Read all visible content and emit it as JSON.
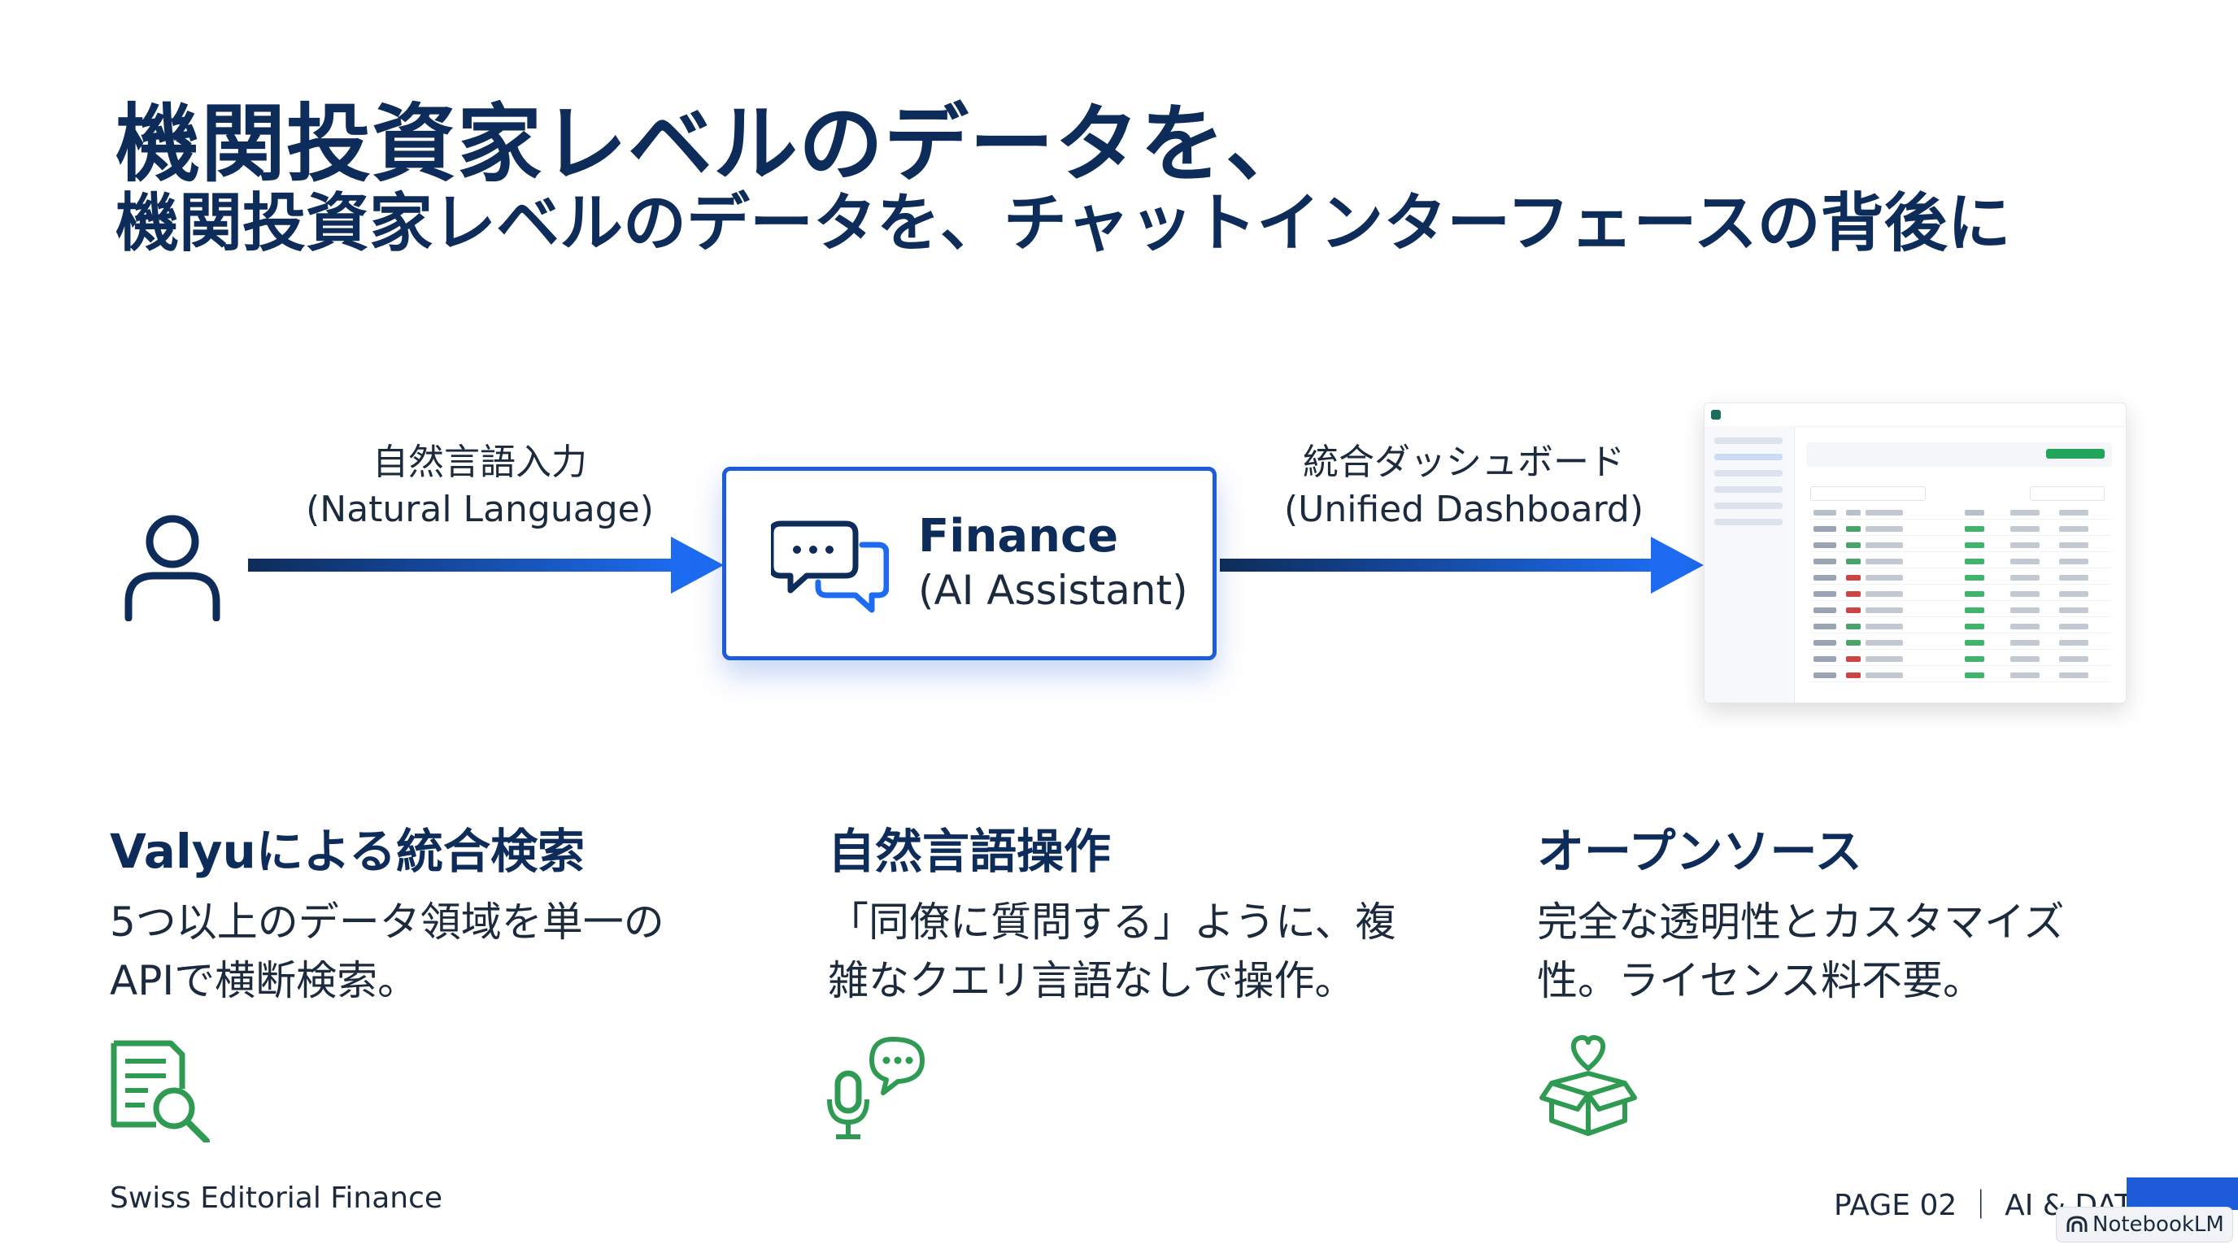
{
  "header": {
    "title_line1": "機関投資家レベルのデータを、",
    "title_line2": "機関投資家レベルのデータを、チャットインターフェースの背後に"
  },
  "flow": {
    "input_label_jp": "自然言語入力",
    "input_label_en": "(Natural Language)",
    "assistant_title": "Finance",
    "assistant_subtitle": "(AI Assistant)",
    "output_label_jp": "統合ダッシュボード",
    "output_label_en": "(Unified Dashboard)",
    "icons": [
      "user-icon",
      "chat-bubbles-icon",
      "arrow-right-icon"
    ],
    "accent_color": "#1d5bd8"
  },
  "features": [
    {
      "title": "Valyuによる統合検索",
      "desc_line1": "5つ以上のデータ領域を単一の",
      "desc_line2": "APIで横断検索。",
      "icon": "document-search-icon"
    },
    {
      "title": "自然言語操作",
      "desc_line1": "「同僚に質問する」ように、複",
      "desc_line2": "雑なクエリ言語なしで操作。",
      "icon": "microphone-chat-icon"
    },
    {
      "title": "オープンソース",
      "desc_line1": "完全な透明性とカスタマイズ",
      "desc_line2": "性。ライセンス料不要。",
      "icon": "open-box-heart-icon"
    }
  ],
  "footer": {
    "left": "Swiss Editorial Finance",
    "right": "PAGE 02 ｜ AI & DATA",
    "badge": "NotebookLM"
  },
  "colors": {
    "title": "#0e2c5a",
    "feature_icon": "#2e9a52",
    "accent": "#1d5bd8"
  }
}
